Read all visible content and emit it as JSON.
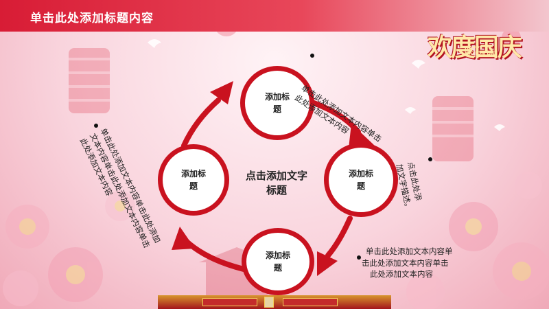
{
  "slide": {
    "title": "单击此处添加标题内容",
    "badge": {
      "main": "欢度国庆",
      "en_line1": "HAPPY",
      "en_line2": "NATION DAY"
    },
    "center_title_line1": "点击添加文字",
    "center_title_line2": "标题",
    "nodes": [
      {
        "line1": "添加标",
        "line2": "题"
      },
      {
        "line1": "添加标",
        "line2": "题"
      },
      {
        "line1": "添加标",
        "line2": "题"
      },
      {
        "line1": "添加标",
        "line2": "题"
      }
    ],
    "notes": {
      "top_right_line1": "单击此处添加文本内容单击",
      "top_right_line2": "此处添加文本内容",
      "right_line1": "点击此处添",
      "right_line2": "加文字描述。",
      "bottom_right_line1": "单击此处添加文本内容单",
      "bottom_right_line2": "击此处添加文本内容单击",
      "bottom_right_line3": "此处添加文本内容",
      "left_line1": "单击此处添加文本内容单击此处添加",
      "left_line2": "文本内容单击此处添加文本内容单击",
      "left_line3": "此处添加文本内容"
    },
    "colors": {
      "accent": "#c9121f",
      "title_bar": "#d81c35",
      "gold": "#ffe9a8"
    }
  }
}
